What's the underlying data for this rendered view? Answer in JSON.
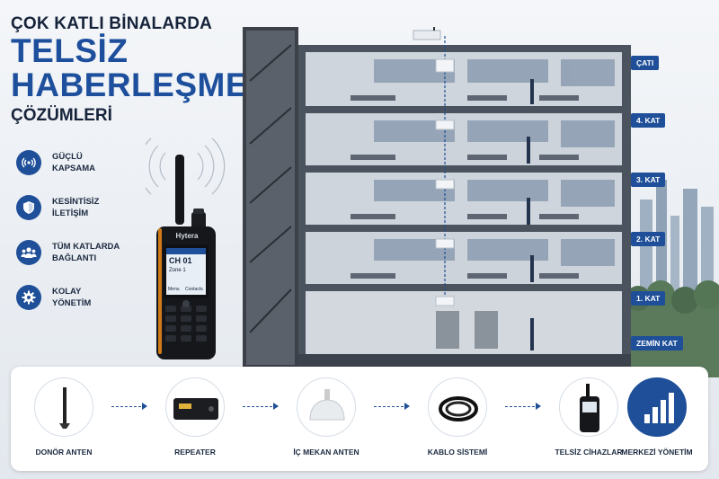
{
  "title": {
    "top": "ÇOK KATLI BİNALARDA",
    "line1": "TELSİZ",
    "line2": "HABERLEŞME",
    "sub": "ÇÖZÜMLERİ"
  },
  "features": [
    {
      "icon": "signal-icon",
      "line1": "GÜÇLÜ",
      "line2": "KAPSAMA"
    },
    {
      "icon": "shield-icon",
      "line1": "KESİNTİSİZ",
      "line2": "İLETİŞİM"
    },
    {
      "icon": "people-icon",
      "line1": "TÜM KATLARDA",
      "line2": "BAĞLANTI"
    },
    {
      "icon": "gear-icon",
      "line1": "KOLAY",
      "line2": "YÖNETİM"
    }
  ],
  "radio": {
    "brand": "Hytera",
    "channel": "CH 01",
    "zone": "Zone 1",
    "menu": "Menu",
    "contacts": "Contacts"
  },
  "floors": [
    "ÇATI",
    "4. KAT",
    "3. KAT",
    "2. KAT",
    "1. KAT",
    "ZEMİN KAT"
  ],
  "components": [
    {
      "icon": "antenna-icon",
      "label": "DONÖR ANTEN"
    },
    {
      "icon": "repeater-icon",
      "label": "REPEATER"
    },
    {
      "icon": "ceiling-antenna-icon",
      "label": "İÇ MEKAN ANTEN"
    },
    {
      "icon": "cable-icon",
      "label": "KABLO SİSTEMİ"
    },
    {
      "icon": "radio-icon",
      "label": "TELSİZ CİHAZLAR"
    },
    {
      "icon": "signal-bars-icon",
      "label": "MERKEZİ YÖNETİM"
    }
  ],
  "colors": {
    "accent": "#1e4f98",
    "title_blue": "#1d4f9c",
    "dark_text": "#16233a",
    "building_frame": "#4a535e"
  }
}
